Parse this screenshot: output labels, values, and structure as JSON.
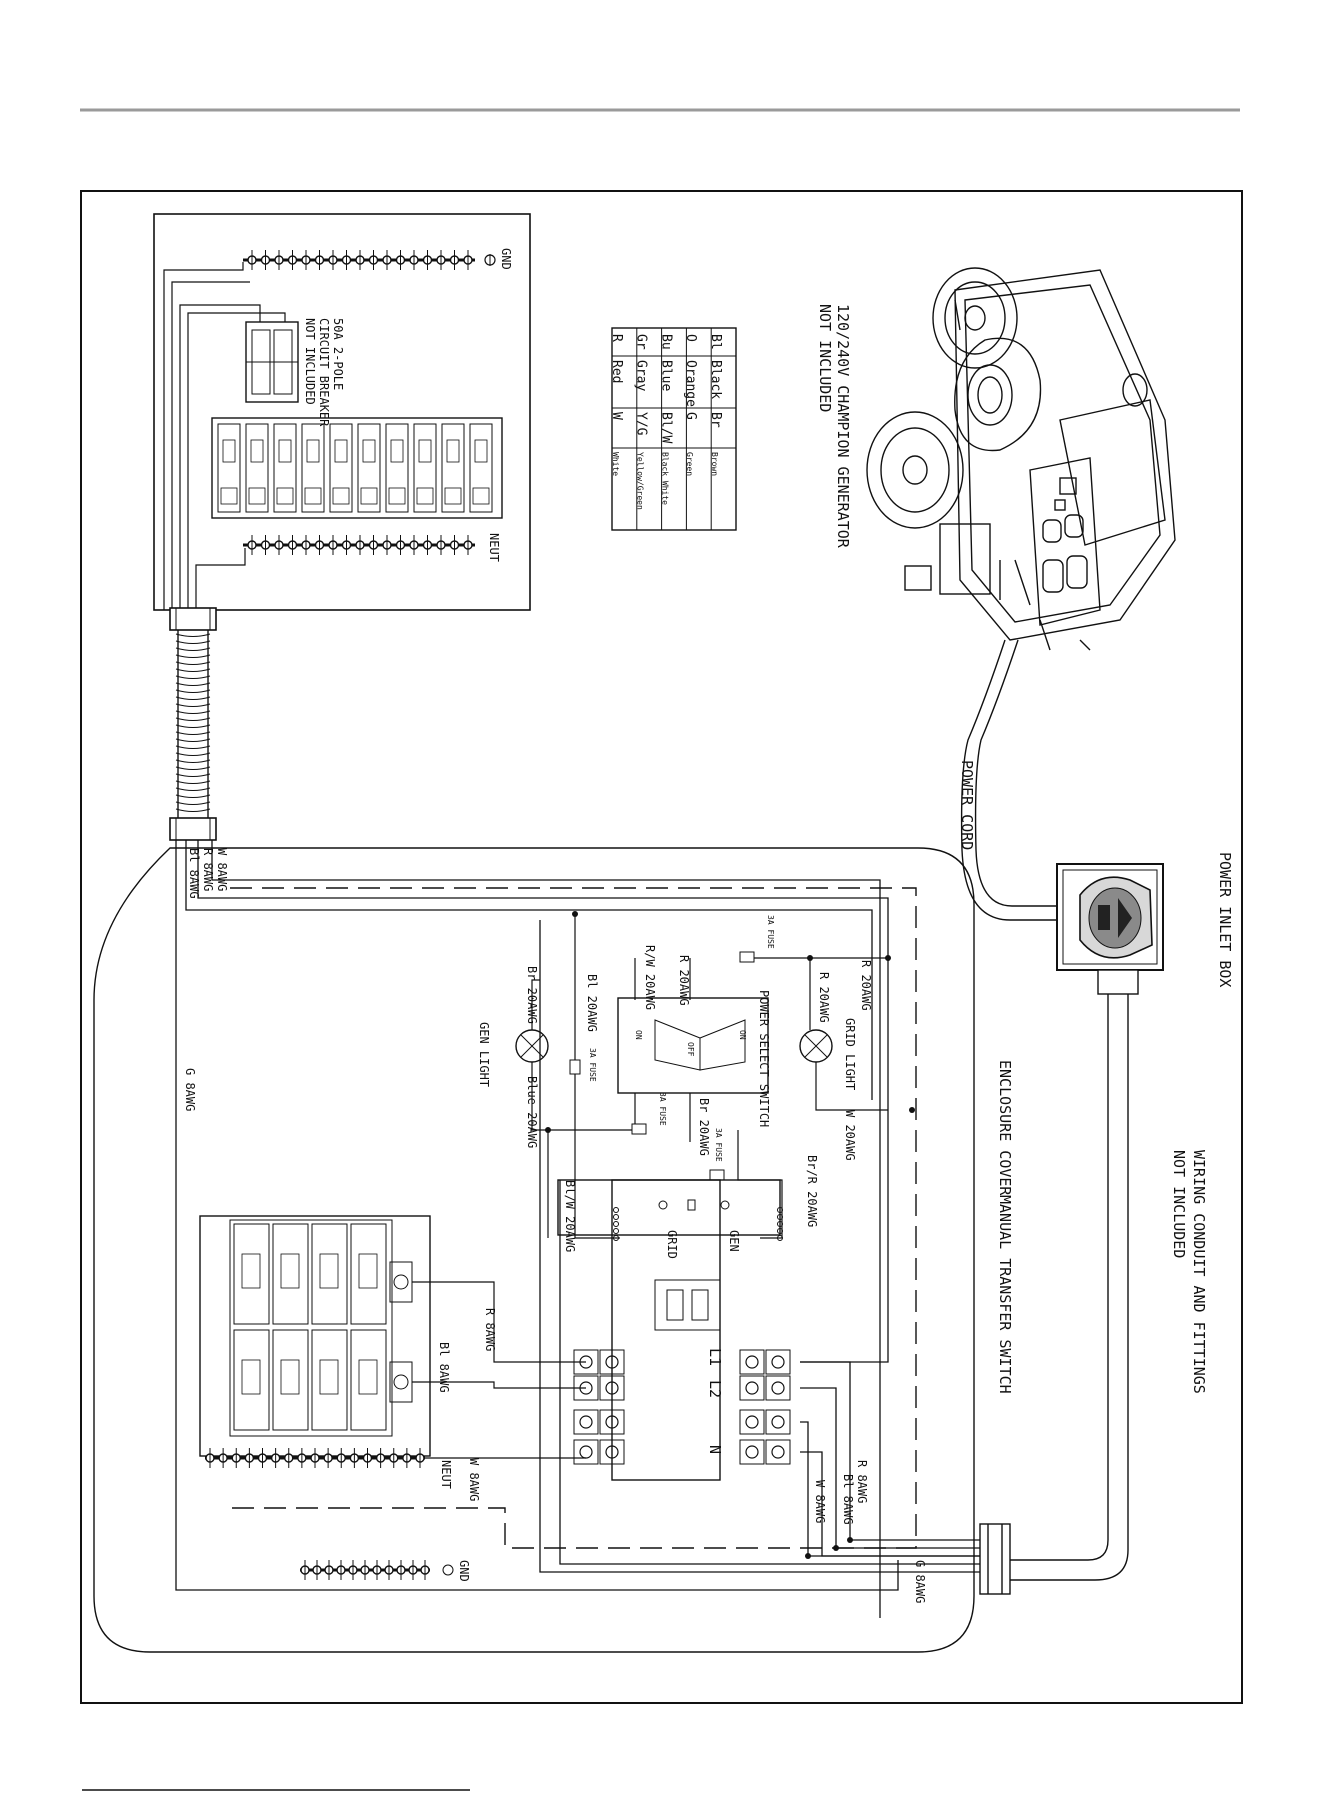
{
  "labels": {
    "title_generator_1": "120/240V CHAMPION GENERATOR",
    "title_generator_2": "NOT INCLUDED",
    "power_cord": "POWER CORD",
    "power_inlet_box": "POWER INLET BOX",
    "conduit_1": "WIRING CONDUIT AND FITTINGS",
    "conduit_2": "NOT INCLUDED",
    "enclosure_cover": "ENCLOSURE COVER",
    "manual_transfer_switch": "MANUAL TRANSFER SWITCH",
    "breaker_1": "50A 2-POLE",
    "breaker_2": "CIRCUIT BREAKER",
    "breaker_3": "NOT INCLUDED",
    "gnd_top": "GND",
    "neut_top": "NEUT",
    "gnd_bottom": "GND",
    "neut_bottom": "NEUT",
    "w_8awg_top": "W 8AWG",
    "r_8awg_top": "R 8AWG",
    "bl_8awg_top": "Bl 8AWG",
    "g_8awg_left": "G 8AWG",
    "g_8awg_bottom": "G 8AWG",
    "r_20awg_right": "R 20AWG",
    "fuse_3a_top": "3A FUSE",
    "r_20awg_mid": "R 20AWG",
    "rw_20awg": "R/W 20AWG",
    "bl_20awg": "Bl 20AWG",
    "br_20awg_gen": "Br 20AWG",
    "gen_light": "GEN LIGHT",
    "blue_20awg": "Blue 20AWG",
    "fuse_3a_left": "3A FUSE",
    "power_select_switch": "POWER SELECT SWITCH",
    "on_right": "ON",
    "on_left": "ON",
    "off": "OFF",
    "fuse_3a_center": "3A FUSE",
    "br_20awg_center": "Br 20AWG",
    "fuse_3a_right": "3A FUSE",
    "r_20awg_grid": "R 20AWG",
    "grid_light": "GRID LIGHT",
    "w_20awg": "W 20AWG",
    "br_r_20awg": "Br/R 20AWG",
    "bl_w_20awg": "Bl/W 20AWG",
    "grid": "GRID",
    "gen": "GEN",
    "r_8awg_panel": "R 8AWG",
    "bl_8awg_panel": "Bl 8AWG",
    "w_8awg_panel": "W 8AWG",
    "r_8awg_inlet": "R 8AWG",
    "bl_8awg_inlet": "Bl 8AWG",
    "w_8awg_inlet": "W 8AWG",
    "l1": "L1",
    "l2": "L2",
    "n": "N"
  },
  "color_legend": {
    "rows": [
      {
        "c1": "Bl",
        "c2": "Black",
        "c3": "Br",
        "c4": "Brown"
      },
      {
        "c1": "O",
        "c2": "Orange",
        "c3": "G",
        "c4": "Green"
      },
      {
        "c1": "Bu",
        "c2": "Blue",
        "c3": "Bl/W",
        "c4": "Black White"
      },
      {
        "c1": "Gr",
        "c2": "Gray",
        "c3": "Y/G",
        "c4": "Yellow/Green"
      },
      {
        "c1": "R",
        "c2": "Red",
        "c3": "W",
        "c4": "White"
      }
    ]
  }
}
